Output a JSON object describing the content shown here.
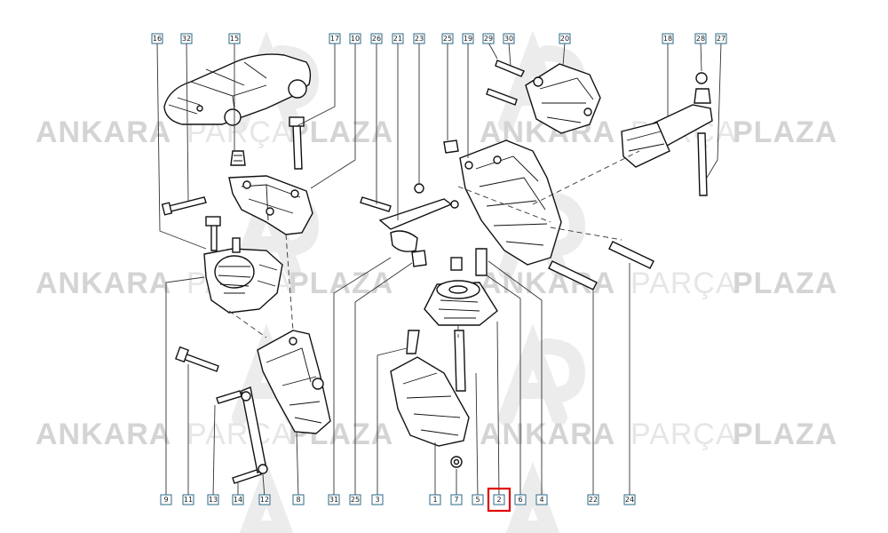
{
  "watermark": {
    "word1": "ANKARA",
    "word2": "PARÇA",
    "word3": "PLAZA"
  },
  "callouts": {
    "top": [
      "16",
      "32",
      "15",
      "17",
      "10",
      "26",
      "21",
      "23",
      "25",
      "19",
      "29",
      "30",
      "20",
      "18",
      "28",
      "27"
    ],
    "bottom": [
      "9",
      "11",
      "13",
      "14",
      "12",
      "8",
      "31",
      "25",
      "3",
      "1",
      "7",
      "5",
      "2",
      "6",
      "4",
      "22",
      "24"
    ]
  },
  "highlight": {
    "callout": "2",
    "color": "#e00000"
  }
}
